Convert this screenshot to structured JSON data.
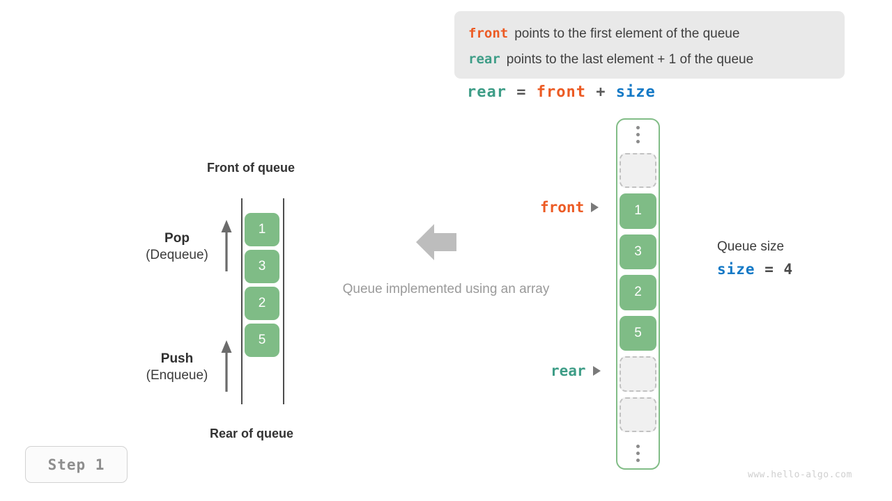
{
  "legend": {
    "lines": [
      {
        "keyword": "front",
        "text": "points to the first element of the queue"
      },
      {
        "keyword": "rear",
        "text": "points to the last element + 1 of the queue"
      }
    ]
  },
  "formula": {
    "lhs": "rear",
    "equals": "=",
    "rhs1": "front",
    "plus": "+",
    "rhs2": "size"
  },
  "left_diagram": {
    "top_label": "Front of queue",
    "bottom_label": "Rear of queue",
    "pop": {
      "title": "Pop",
      "subtitle": "(Dequeue)"
    },
    "push": {
      "title": "Push",
      "subtitle": "(Enqueue)"
    },
    "cells": [
      "1",
      "3",
      "2",
      "5"
    ]
  },
  "center": {
    "caption": "Queue implemented using an array",
    "arrow_direction": "left"
  },
  "array": {
    "slots": [
      {
        "type": "dots"
      },
      {
        "type": "empty",
        "value": ""
      },
      {
        "type": "filled",
        "value": "1"
      },
      {
        "type": "filled",
        "value": "3"
      },
      {
        "type": "filled",
        "value": "2"
      },
      {
        "type": "filled",
        "value": "5"
      },
      {
        "type": "empty",
        "value": ""
      },
      {
        "type": "empty",
        "value": ""
      },
      {
        "type": "dots"
      }
    ],
    "pointers": {
      "front": "front",
      "rear": "rear"
    }
  },
  "queue_size": {
    "title": "Queue size",
    "variable": "size",
    "equals": "=",
    "value": "4"
  },
  "step_badge": "Step 1",
  "watermark": "www.hello-algo.com",
  "colors": {
    "front": "#ec5b24",
    "rear": "#3e9d87",
    "size": "#1479c6",
    "cell_green": "#7fbc86",
    "border_green": "#82bd87",
    "legend_bg": "#e9e9e9",
    "muted": "#9a9a9a"
  }
}
